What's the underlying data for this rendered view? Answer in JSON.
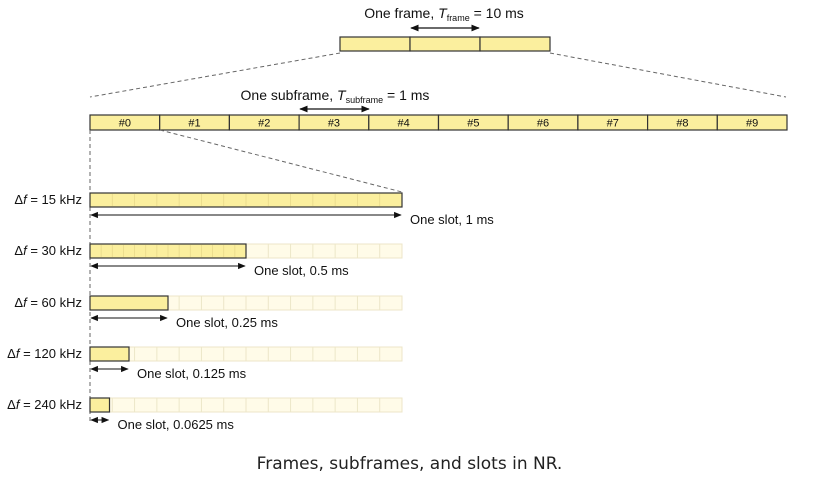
{
  "colors": {
    "bar_fill": "#fbef9e",
    "bar_stroke": "#333333",
    "faded_fill": "#fffbe8",
    "faded_stroke": "#ece6c8",
    "guide": "#666666"
  },
  "frame": {
    "label_prefix": "One frame, ",
    "symbol": "T",
    "subscript": "frame",
    "value": " = 10 ms"
  },
  "subframe": {
    "label_prefix": "One subframe, ",
    "symbol": "T",
    "subscript": "subframe",
    "value": " = 1 ms",
    "count": 10,
    "labels": [
      "#0",
      "#1",
      "#2",
      "#3",
      "#4",
      "#5",
      "#6",
      "#7",
      "#8",
      "#9"
    ]
  },
  "numerologies": [
    {
      "delta": "Δ",
      "f": "f",
      "value": " = 15 kHz",
      "slot_label": "One slot, 1 ms",
      "slot_fraction": 1
    },
    {
      "delta": "Δ",
      "f": "f",
      "value": " = 30 kHz",
      "slot_label": "One slot, 0.5 ms",
      "slot_fraction": 0.5
    },
    {
      "delta": "Δ",
      "f": "f",
      "value": " = 60 kHz",
      "slot_label": "One slot, 0.25 ms",
      "slot_fraction": 0.25
    },
    {
      "delta": "Δ",
      "f": "f",
      "value": " = 120 kHz",
      "slot_label": "One slot, 0.125 ms",
      "slot_fraction": 0.125
    },
    {
      "delta": "Δ",
      "f": "f",
      "value": " = 240 kHz",
      "slot_label": "One slot, 0.0625 ms",
      "slot_fraction": 0.0625
    }
  ],
  "caption": "Frames, subframes, and slots in NR."
}
